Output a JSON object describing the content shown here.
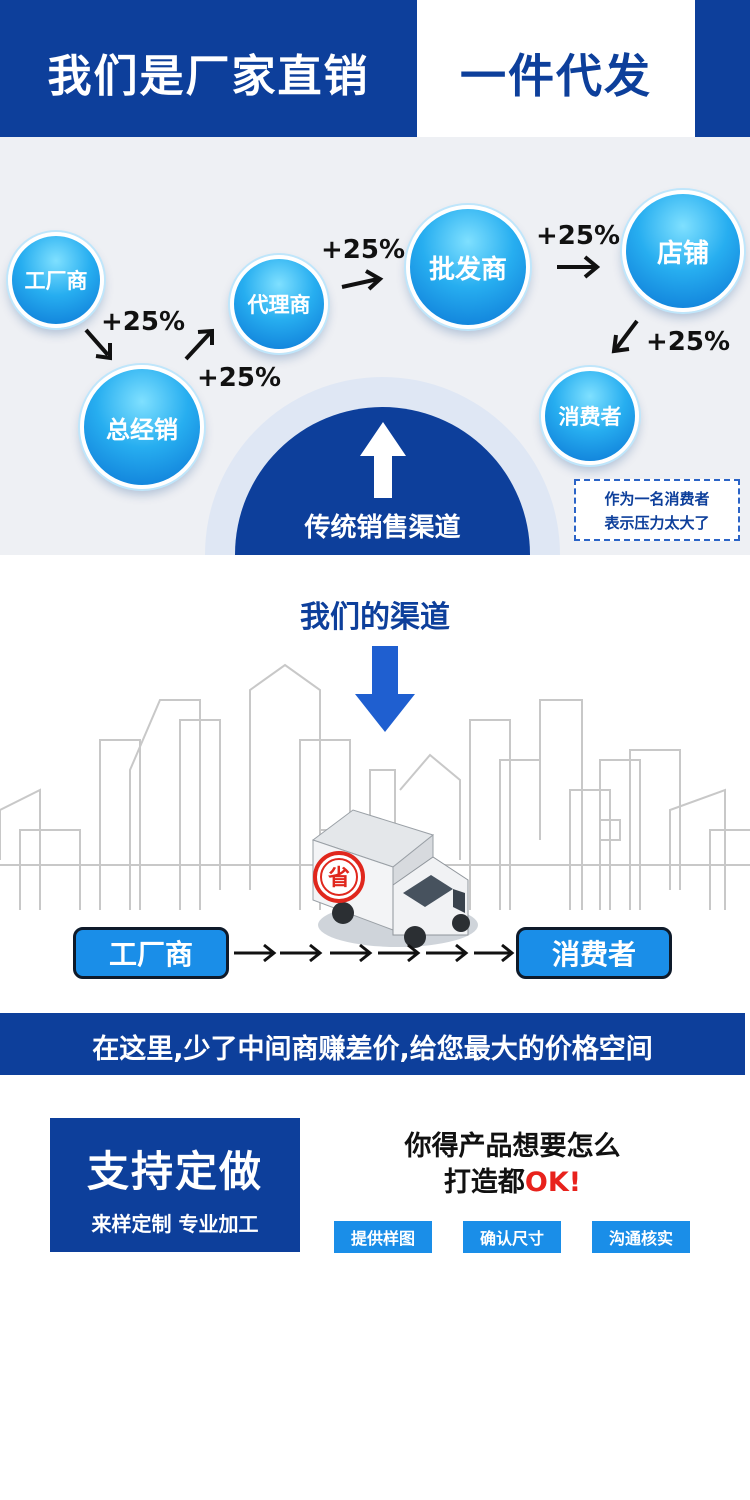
{
  "header": {
    "left_title": "我们是厂家直销",
    "right_title": "一件代发",
    "colors": {
      "brand_blue": "#0d3f9b",
      "accent_blue": "#1a8ee8"
    }
  },
  "traditional": {
    "nodes": {
      "factory": "工厂商",
      "general": "总经销",
      "agent": "代理商",
      "wholesaler": "批发商",
      "shop": "店铺",
      "consumer": "消费者"
    },
    "markup": "+25%",
    "label": "传统销售渠道",
    "note_line1": "作为一名消费者",
    "note_line2": "表示压力太大了"
  },
  "our_channel": {
    "title": "我们的渠道",
    "truck_stamp": "省",
    "from": "工厂商",
    "to": "消费者"
  },
  "slogan": "在这里,少了中间商赚差价,给您最大的价格空间",
  "custom": {
    "title": "支持定做",
    "subtitle": "来样定制 专业加工",
    "question_line1": "你得产品想要怎么",
    "question_line2_prefix": "打造都",
    "question_line2_ok": "OK!",
    "tags": [
      "提供样图",
      "确认尺寸",
      "沟通核实"
    ]
  }
}
